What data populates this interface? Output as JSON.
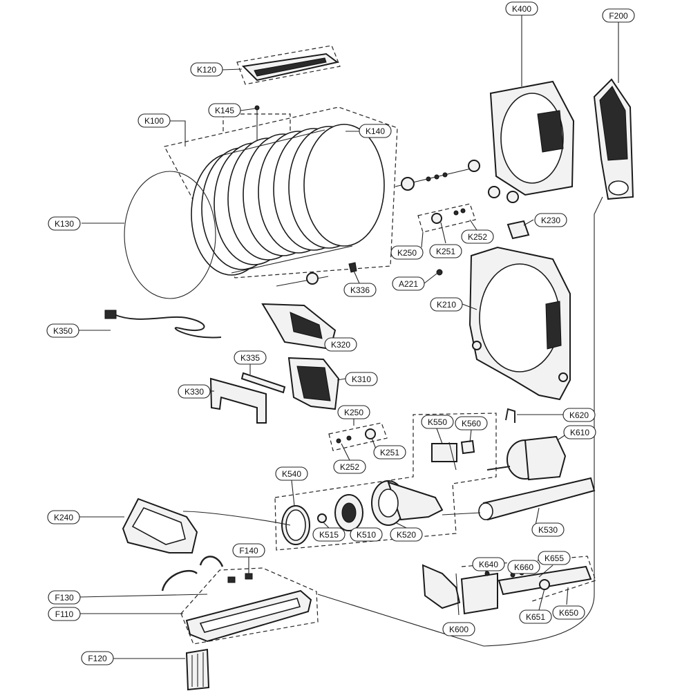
{
  "callouts": [
    {
      "id": "K400",
      "label": "K400"
    },
    {
      "id": "F200",
      "label": "F200"
    },
    {
      "id": "K120",
      "label": "K120"
    },
    {
      "id": "K145",
      "label": "K145"
    },
    {
      "id": "K100",
      "label": "K100"
    },
    {
      "id": "K140",
      "label": "K140"
    },
    {
      "id": "K130",
      "label": "K130"
    },
    {
      "id": "K230",
      "label": "K230"
    },
    {
      "id": "K250a",
      "label": "K250"
    },
    {
      "id": "K251a",
      "label": "K251"
    },
    {
      "id": "K252a",
      "label": "K252"
    },
    {
      "id": "K336",
      "label": "K336"
    },
    {
      "id": "A221",
      "label": "A221"
    },
    {
      "id": "K210",
      "label": "K210"
    },
    {
      "id": "K350",
      "label": "K350"
    },
    {
      "id": "K320",
      "label": "K320"
    },
    {
      "id": "K335",
      "label": "K335"
    },
    {
      "id": "K310",
      "label": "K310"
    },
    {
      "id": "K330",
      "label": "K330"
    },
    {
      "id": "K250b",
      "label": "K250"
    },
    {
      "id": "K550",
      "label": "K550"
    },
    {
      "id": "K560",
      "label": "K560"
    },
    {
      "id": "K620",
      "label": "K620"
    },
    {
      "id": "K610",
      "label": "K610"
    },
    {
      "id": "K251b",
      "label": "K251"
    },
    {
      "id": "K252b",
      "label": "K252"
    },
    {
      "id": "K540",
      "label": "K540"
    },
    {
      "id": "K240",
      "label": "K240"
    },
    {
      "id": "K515",
      "label": "K515"
    },
    {
      "id": "K510",
      "label": "K510"
    },
    {
      "id": "K520",
      "label": "K520"
    },
    {
      "id": "K530",
      "label": "K530"
    },
    {
      "id": "F140",
      "label": "F140"
    },
    {
      "id": "K640",
      "label": "K640"
    },
    {
      "id": "K660",
      "label": "K660"
    },
    {
      "id": "K655",
      "label": "K655"
    },
    {
      "id": "F130",
      "label": "F130"
    },
    {
      "id": "F110",
      "label": "F110"
    },
    {
      "id": "K600",
      "label": "K600"
    },
    {
      "id": "K651",
      "label": "K651"
    },
    {
      "id": "K650",
      "label": "K650"
    },
    {
      "id": "F120",
      "label": "F120"
    }
  ]
}
